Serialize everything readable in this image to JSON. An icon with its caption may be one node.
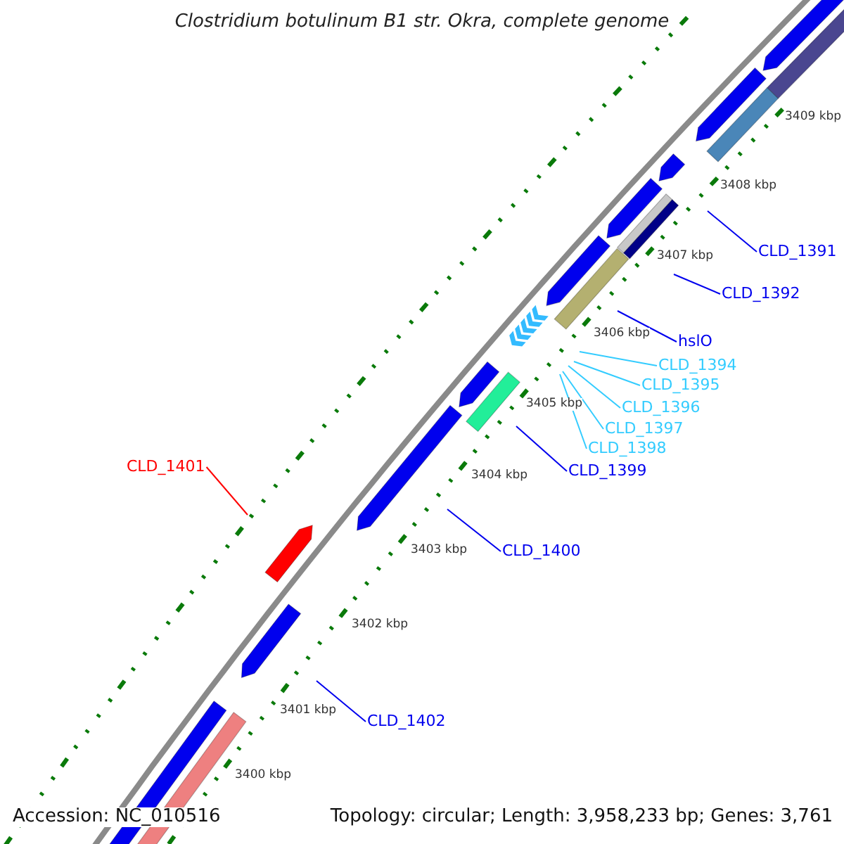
{
  "diagram": {
    "title": "Clostridium botulinum B1 str. Okra, complete genome",
    "nodes": [
      {
        "text": [
          "CLD_1391"
        ]
      },
      {
        "text": [
          "CLD_1392"
        ]
      },
      {
        "text": [
          "hslO"
        ]
      },
      {
        "text": [
          "CLD_1394"
        ]
      },
      {
        "text": [
          "CLD_1395"
        ]
      },
      {
        "text": [
          "CLD_1396"
        ]
      },
      {
        "text": [
          "CLD_1397"
        ]
      },
      {
        "text": [
          "CLD_1398"
        ]
      },
      {
        "text": [
          "CLD_1399"
        ]
      },
      {
        "text": [
          "CLD_1400"
        ]
      },
      {
        "text": [
          "CLD_1401"
        ]
      },
      {
        "text": [
          "CLD_1402"
        ]
      }
    ],
    "edges": [
      {
        "from": 0,
        "to": null,
        "arrow": "none"
      },
      {
        "from": 1,
        "to": null,
        "arrow": "none"
      },
      {
        "from": 2,
        "to": null,
        "arrow": "none"
      },
      {
        "from": 3,
        "to": null,
        "arrow": "none",
        "color": "#33ccff"
      },
      {
        "from": 4,
        "to": null,
        "arrow": "none",
        "color": "#33ccff"
      },
      {
        "from": 5,
        "to": null,
        "arrow": "none",
        "color": "#33ccff"
      },
      {
        "from": 6,
        "to": null,
        "arrow": "none",
        "color": "#33ccff"
      },
      {
        "from": 7,
        "to": null,
        "arrow": "none",
        "color": "#33ccff"
      },
      {
        "from": 8,
        "to": null,
        "arrow": "none"
      },
      {
        "from": 9,
        "to": null,
        "arrow": "none"
      },
      {
        "from": 10,
        "to": null,
        "arrow": "none",
        "color": "#ff0000"
      },
      {
        "from": 11,
        "to": null,
        "arrow": "none"
      }
    ],
    "labels": [
      "3409 kbp",
      "3408 kbp",
      "3407 kbp",
      "3406 kbp",
      "3405 kbp",
      "3404 kbp",
      "3403 kbp",
      "3402 kbp",
      "3401 kbp",
      "3400 kbp",
      "Accession: NC_010516",
      "Topology: circular; Length: 3,958,233 bp; Genes: 3,761"
    ]
  }
}
